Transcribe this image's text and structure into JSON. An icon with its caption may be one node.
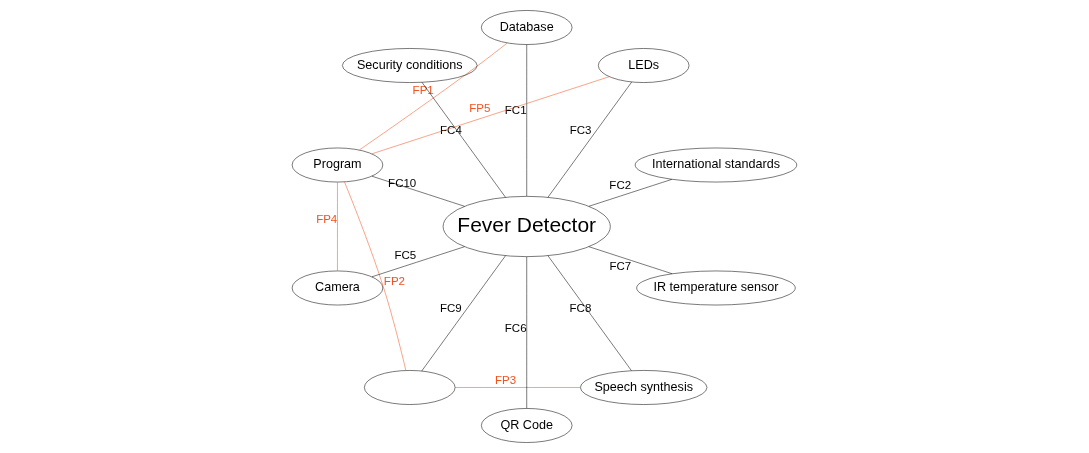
{
  "diagram": {
    "nodes": [
      {
        "text": [
          "International standards"
        ]
      },
      {
        "text": [
          "LEDs"
        ]
      },
      {
        "text": [
          "Database"
        ]
      },
      {
        "text": [
          "Security conditions"
        ]
      },
      {
        "text": [
          "Program"
        ]
      },
      {
        "text": [
          "Fever Detector"
        ]
      },
      {
        "text": [
          "Camera"
        ]
      },
      {
        "text": [],
        "shape": "ellipse"
      },
      {
        "text": [
          "QR Code"
        ]
      },
      {
        "text": [
          "Speech synthesis"
        ]
      },
      {
        "text": [
          "IR temperature sensor"
        ]
      }
    ],
    "edges": [
      {
        "from": 2,
        "to": 5,
        "arrow": "none",
        "label": "FC1"
      },
      {
        "from": 0,
        "to": 5,
        "arrow": "none",
        "label": "FC2"
      },
      {
        "from": 1,
        "to": 5,
        "arrow": "none",
        "label": "FC3"
      },
      {
        "from": 3,
        "to": 5,
        "arrow": "none",
        "label": "FC4"
      },
      {
        "from": 6,
        "to": 5,
        "arrow": "none",
        "label": "FC5"
      },
      {
        "from": 8,
        "to": 5,
        "arrow": "none",
        "label": "FC6"
      },
      {
        "from": 10,
        "to": 5,
        "arrow": "none",
        "label": "FC7"
      },
      {
        "from": 9,
        "to": 5,
        "arrow": "none",
        "label": "FC8"
      },
      {
        "from": 7,
        "to": 5,
        "arrow": "none",
        "label": "FC9"
      },
      {
        "from": 4,
        "to": 5,
        "arrow": "none",
        "label": "FC10"
      },
      {
        "from": 2,
        "to": 4,
        "arrow": "none",
        "label": "FP1",
        "color": "#f4511e"
      },
      {
        "from": 4,
        "to": 7,
        "arrow": "none",
        "label": "FP2",
        "color": "#f4511e"
      },
      {
        "from": 7,
        "to": 9,
        "arrow": "none",
        "label": "FP3",
        "color": "#f4511e"
      },
      {
        "from": 4,
        "to": 6,
        "arrow": "none",
        "label": "FP4",
        "color": "#f4511e"
      },
      {
        "from": 4,
        "to": 1,
        "arrow": "none",
        "label": "FP5",
        "color": "#f4511e"
      }
    ]
  }
}
